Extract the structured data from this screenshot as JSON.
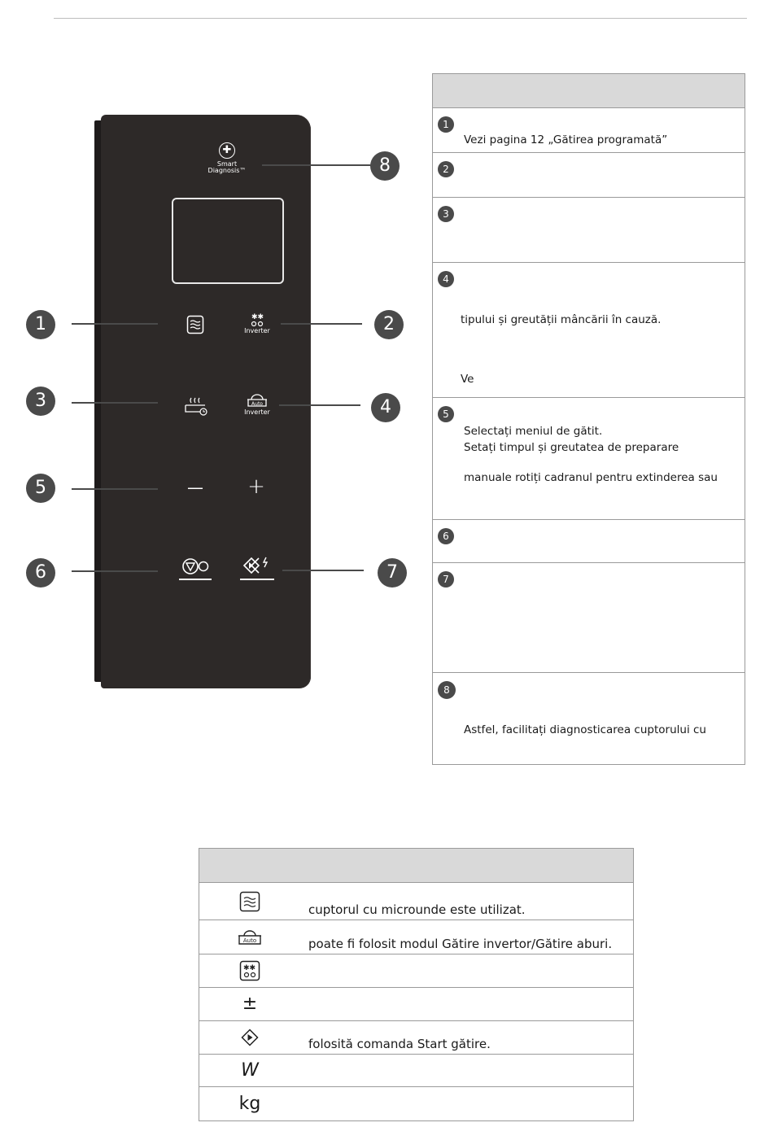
{
  "panel": {
    "smart_diagnosis_line1": "Smart",
    "smart_diagnosis_line2": "Diagnosis™",
    "inverter_label_2": "Inverter",
    "inverter_label_4": "Inverter",
    "auto_label": "Auto",
    "minus_symbol": "—",
    "plus_symbol": "+"
  },
  "callouts": [
    "1",
    "2",
    "3",
    "4",
    "5",
    "6",
    "7",
    "8"
  ],
  "right_table": {
    "rows": [
      {
        "num": "1",
        "lines": [
          "Vezi pagina 12 „Gătirea programată”"
        ]
      },
      {
        "num": "2",
        "lines": []
      },
      {
        "num": "3",
        "lines": []
      },
      {
        "num": "4",
        "lines": [
          "tipului și greutății mâncării în cauză.",
          "Ve"
        ]
      },
      {
        "num": "5",
        "lines": [
          "Selectați meniul de gătit.",
          "Setați timpul și greutatea de preparare",
          "manuale rotiți cadranul pentru extinderea sau"
        ]
      },
      {
        "num": "6",
        "lines": []
      },
      {
        "num": "7",
        "lines": []
      },
      {
        "num": "8",
        "lines": [
          "Astfel, facilitați diagnosticarea cuptorului cu"
        ]
      }
    ]
  },
  "bottom_table": {
    "auto_label": "Auto",
    "plusminus": "±",
    "watt": "W",
    "kg": "kg",
    "texts": [
      "cuptorul cu microunde este utilizat.",
      "poate fi folosit modul Gătire invertor/Gătire aburi.",
      "",
      "",
      "folosită comanda Start gătire.",
      "",
      ""
    ]
  },
  "colors": {
    "panel": "#2d2928",
    "callout": "#4a4a4a",
    "header": "#d9d9d9"
  }
}
